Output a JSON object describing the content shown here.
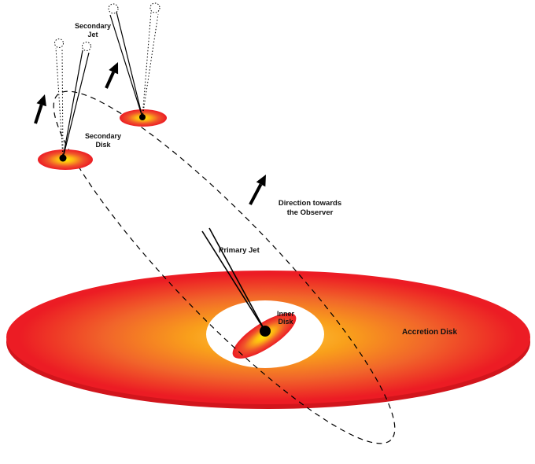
{
  "figure": {
    "labels": {
      "secondary_jet": [
        "Secondary",
        "Jet"
      ],
      "secondary_disk": [
        "Secondary",
        "Disk"
      ],
      "direction_observer": [
        "Direction towards",
        "the Observer"
      ],
      "primary_jet": "Primary Jet",
      "inner_disk": [
        "Inner",
        "Disk"
      ],
      "accretion_disk": "Accretion Disk"
    },
    "colors": {
      "background": "#ffffff",
      "line": "#000000",
      "text": "#111111",
      "hole_white": "#ffffff",
      "underside_red": "#d2151c",
      "disk_gradient": {
        "c0": "#ffc945",
        "c1": "#f9a01b",
        "c2": "#f1652a",
        "c3": "#ec1c24"
      },
      "small_disk_gradient": {
        "c0": "#fff100",
        "c1": "#fdb515",
        "c2": "#f0542b",
        "c3": "#ec1c24"
      }
    }
  }
}
